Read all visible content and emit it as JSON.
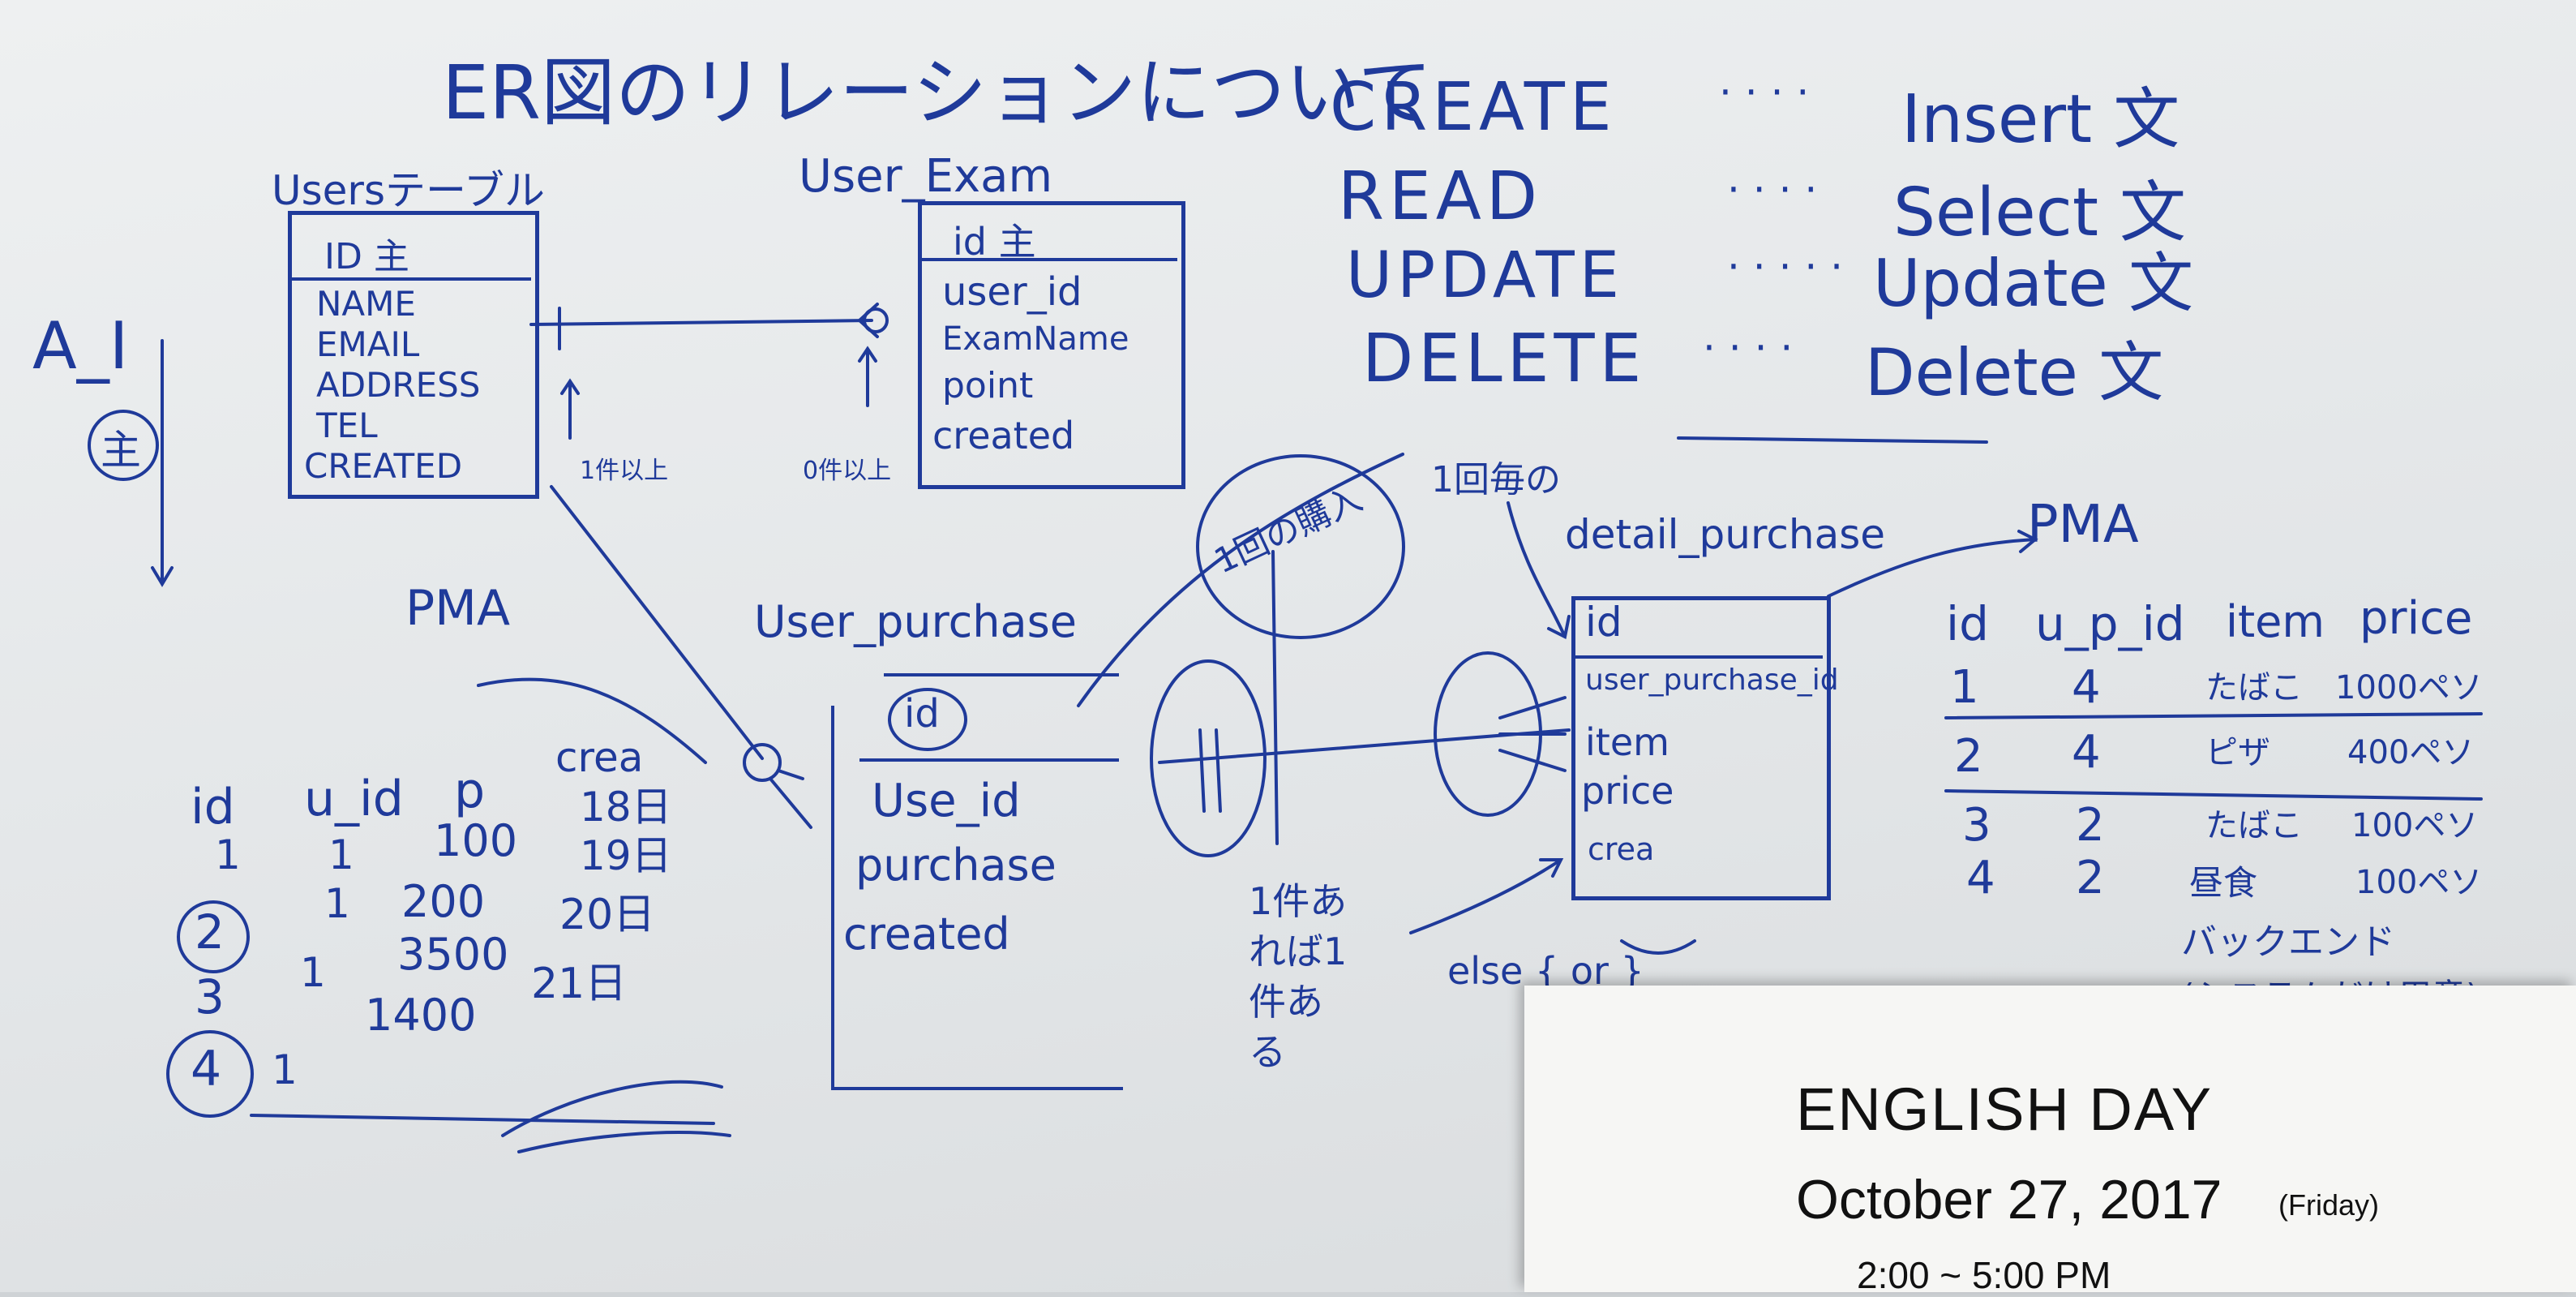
{
  "title": "ER図のリレーションについて",
  "users_table": {
    "label": "Usersテーブル",
    "pk": "ID 主",
    "fields": [
      "NAME",
      "EMAIL",
      "ADDRESS",
      "TEL",
      "CREATED"
    ]
  },
  "user_exam": {
    "label": "User_Exam",
    "pk": "id 主",
    "fields": [
      "user_id",
      "ExamName",
      "point",
      "created"
    ]
  },
  "user_purchase": {
    "label": "User_purchase",
    "pk": "id",
    "fields": [
      "Use_id",
      "purchase",
      "created"
    ]
  },
  "detail_purchase": {
    "label": "detail_purchase",
    "fields": [
      "id",
      "user_purchase_id",
      "item",
      "price",
      "crea"
    ]
  },
  "crud": [
    {
      "op": "CREATE",
      "sql": "Insert 文"
    },
    {
      "op": "READ",
      "sql": "Select 文"
    },
    {
      "op": "UPDATE",
      "sql": "Update 文"
    },
    {
      "op": "DELETE",
      "sql": "Delete 文"
    }
  ],
  "notes": {
    "ai": "A_I",
    "ai_main": "主",
    "one_or_more": "1件以上",
    "zero_or_more": "0件以上",
    "pma_left": "PMA",
    "pma_right": "PMA",
    "per_purchase": "1回の購入",
    "per_time": "1回毎の",
    "one_then_one": "1件あれば1件ある",
    "backend": "バックエンド",
    "system_only": "(システムだけ用意)",
    "else_or": "else { or }"
  },
  "left_data": {
    "headers": [
      "id",
      "u_id",
      "p",
      "crea"
    ],
    "rows": [
      [
        "1",
        "1",
        "100",
        "18日"
      ],
      [
        "2",
        "1",
        "200",
        "19日"
      ],
      [
        "3",
        "1",
        "3500",
        "20日"
      ],
      [
        "4",
        "1",
        "1400",
        "21日"
      ]
    ]
  },
  "right_data": {
    "headers": [
      "id",
      "u_p_id",
      "item",
      "price"
    ],
    "rows": [
      [
        "1",
        "4",
        "たばこ",
        "1000ペソ"
      ],
      [
        "2",
        "4",
        "ピザ",
        "400ペソ"
      ],
      [
        "3",
        "2",
        "たばこ",
        "100ペソ"
      ],
      [
        "4",
        "2",
        "昼食",
        "100ペソ"
      ]
    ]
  },
  "poster": {
    "title": "ENGLISH DAY",
    "date": "October 27, 2017",
    "day": "(Friday)",
    "time": "2:00 ~ 5:00 PM"
  }
}
